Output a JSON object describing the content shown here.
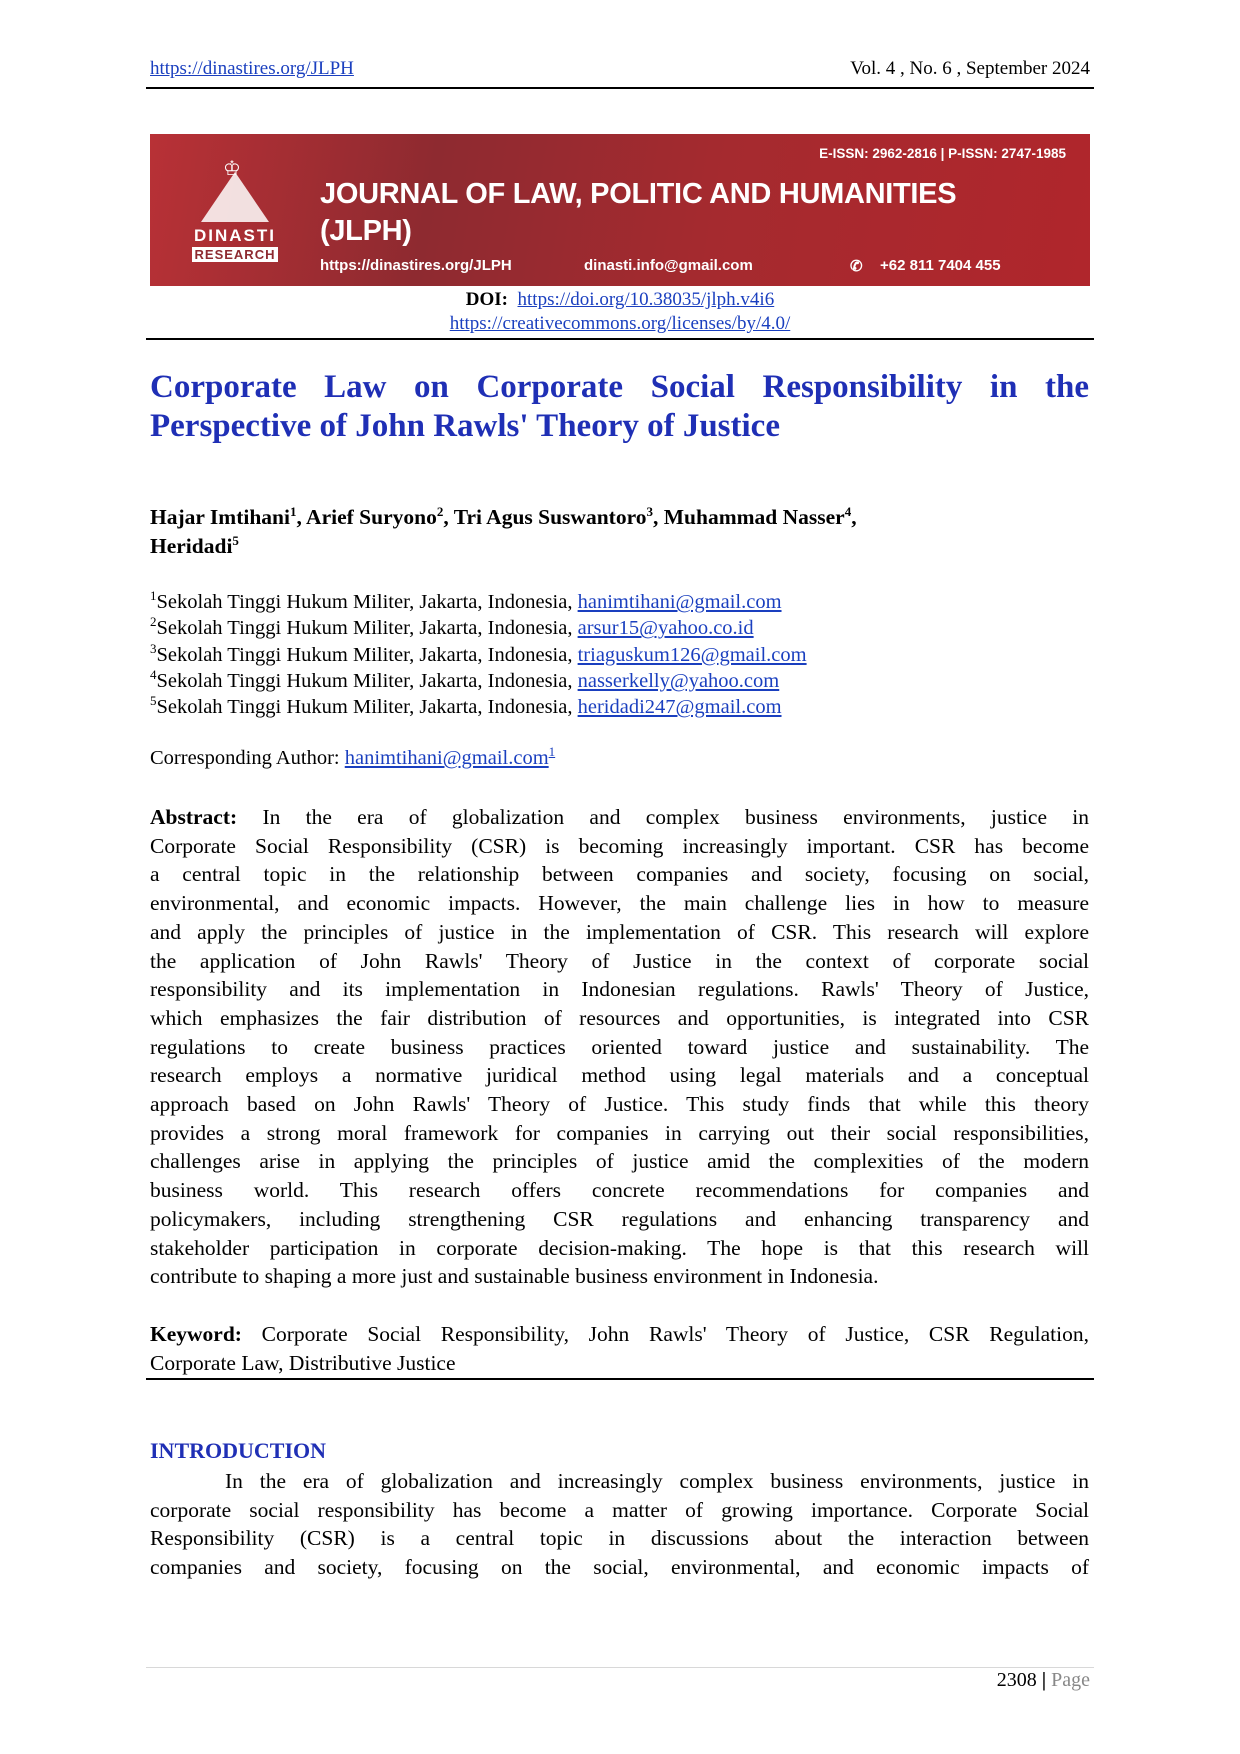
{
  "header": {
    "url": "https://dinastires.org/JLPH ",
    "volume": "Vol. 4 , No. 6 , September 2024"
  },
  "banner": {
    "issn": "E-ISSN: 2962-2816 | P-ISSN: 2747-1985",
    "journal_title_line1": "JOURNAL OF LAW, POLITIC AND HUMANITIES",
    "journal_title_line2": "(JLPH)",
    "website": "https://dinastires.org/JLPH",
    "email": "dinasti.info@gmail.com",
    "phone": "+62 811 7404 455",
    "logo_text_1": "DINASTI",
    "logo_text_2": "RESEARCH",
    "brand_color": "#a52a2f"
  },
  "doi": {
    "label": "DOI:",
    "url": "https://doi.org/10.38035/jlph.v4i6",
    "license": "https://creativecommons.org/licenses/by/4.0/"
  },
  "title": {
    "line1": "Corporate Law on Corporate Social Responsibility in the",
    "line2": "Perspective of John Rawls' Theory of Justice"
  },
  "authors": [
    {
      "name": "Hajar Imtihani",
      "sup": "1",
      "sep": ", "
    },
    {
      "name": "Arief Suryono",
      "sup": "2",
      "sep": ", "
    },
    {
      "name": "Tri Agus Suswantoro",
      "sup": "3",
      "sep": ", "
    },
    {
      "name": "Muhammad Nasser",
      "sup": "4",
      "sep": ","
    },
    {
      "name": "Heridadi",
      "sup": "5",
      "sep": ""
    }
  ],
  "affiliations": [
    {
      "sup": "1",
      "text": "Sekolah Tinggi Hukum Militer, Jakarta, Indonesia, ",
      "email": "hanimtihani@gmail.com"
    },
    {
      "sup": "2",
      "text": "Sekolah Tinggi Hukum Militer, Jakarta, Indonesia, ",
      "email": "arsur15@yahoo.co.id"
    },
    {
      "sup": "3",
      "text": "Sekolah Tinggi Hukum Militer, Jakarta, Indonesia, ",
      "email": "triaguskum126@gmail.com"
    },
    {
      "sup": "4",
      "text": "Sekolah Tinggi Hukum Militer, Jakarta, Indonesia, ",
      "email": "nasserkelly@yahoo.com"
    },
    {
      "sup": "5",
      "text": "Sekolah Tinggi Hukum Militer, Jakarta, Indonesia, ",
      "email": "heridadi247@gmail.com"
    }
  ],
  "corresponding": {
    "label": "Corresponding Author: ",
    "email": "hanimtihani@gmail.com",
    "sup": "1"
  },
  "abstract": {
    "label": "Abstract:",
    "lines": [
      "In the era of globalization and complex business environments, justice in",
      "Corporate Social Responsibility (CSR) is becoming increasingly important. CSR has become",
      "a central topic in the relationship between companies and society, focusing on social,",
      "environmental, and economic impacts. However, the main challenge lies in how to measure",
      "and apply the principles of justice in the implementation of CSR. This research will explore",
      "the application of John Rawls' Theory of Justice in the context of corporate social",
      "responsibility and its implementation in Indonesian regulations. Rawls' Theory of Justice,",
      "which emphasizes the fair distribution of resources and opportunities, is integrated into CSR",
      "regulations to create business practices oriented toward justice and sustainability. The",
      "research employs a normative juridical method using legal materials and a conceptual",
      "approach based on John Rawls' Theory of Justice. This study finds that while this theory",
      "provides a strong moral framework for companies in carrying out their social responsibilities,",
      "challenges arise in applying the principles of justice amid the complexities of the modern",
      "business world. This research offers concrete recommendations for companies and",
      "policymakers, including strengthening CSR regulations and enhancing transparency and",
      "stakeholder participation in corporate decision-making. The hope is that this research will",
      "contribute to shaping a more just and sustainable business environment in Indonesia."
    ]
  },
  "keywords": {
    "label": "Keyword:",
    "lines": [
      "Corporate Social Responsibility, John Rawls' Theory of Justice, CSR Regulation,",
      "Corporate Law, Distributive Justice"
    ]
  },
  "introduction": {
    "heading": "INTRODUCTION",
    "lines": [
      "In the era of globalization and increasingly complex business environments, justice in",
      "corporate social responsibility has become a matter of growing importance. Corporate Social",
      "Responsibility (CSR) is a central topic in discussions about the interaction between",
      "companies and society, focusing on the social, environmental, and economic impacts of"
    ]
  },
  "footer": {
    "page_number": "2308",
    "separator": "|",
    "page_label": "Page"
  }
}
